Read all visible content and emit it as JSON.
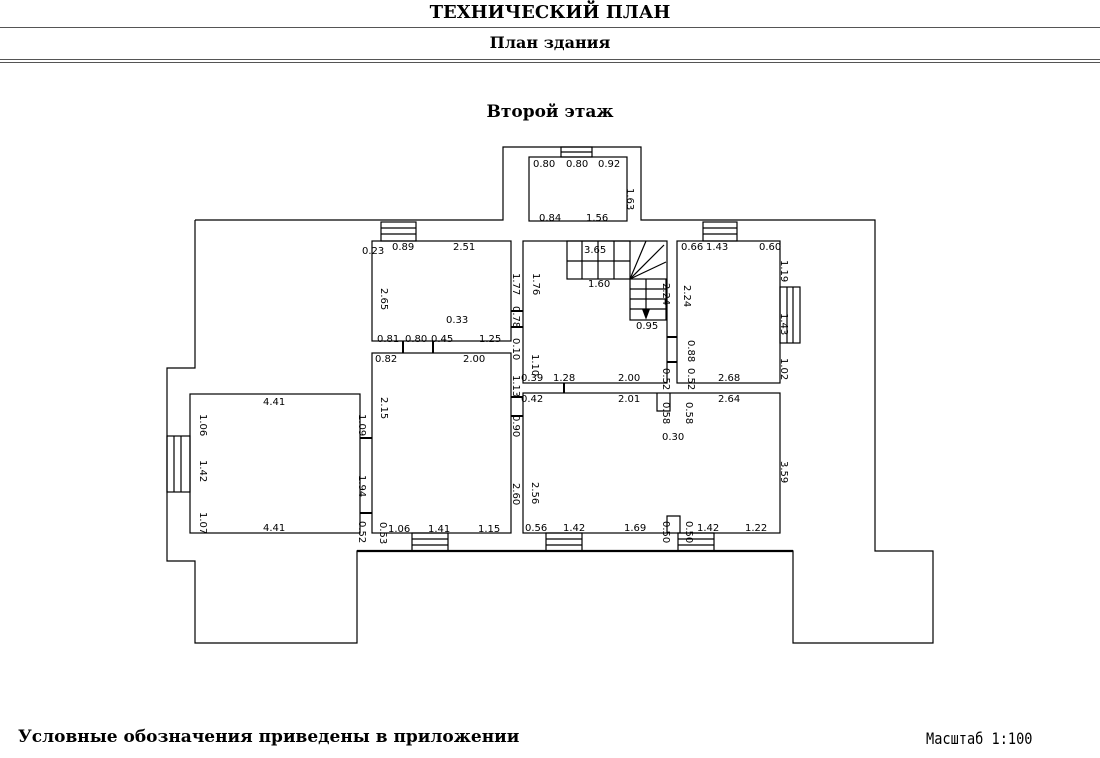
{
  "header": {
    "title": "ТЕХНИЧЕСКИЙ ПЛАН",
    "subtitle": "План здания"
  },
  "plan": {
    "floor_title": "Второй этаж",
    "dimensions": [
      "0.80",
      "0.80",
      "0.92",
      "1.63",
      "0.84",
      "1.56",
      "0.23",
      "0.89",
      "2.51",
      "2.65",
      "1.77",
      "0.33",
      "0.81",
      "0.80",
      "0.45",
      "1.25",
      "0.10",
      "1.76",
      "0.78",
      "3.65",
      "1.60",
      "2.24",
      "0.95",
      "1.10",
      "0.52",
      "0.39",
      "1.28",
      "2.00",
      "0.66",
      "1.43",
      "0.60",
      "1.19",
      "2.24",
      "1.43",
      "0.88",
      "1.02",
      "0.52",
      "2.68",
      "0.82",
      "2.00",
      "2.15",
      "1.13",
      "0.90",
      "1.94",
      "2.60",
      "0.53",
      "1.06",
      "1.41",
      "1.15",
      "4.41",
      "1.06",
      "1.09",
      "1.42",
      "1.07",
      "4.41",
      "0.52",
      "0.42",
      "2.01",
      "0.58",
      "0.58",
      "0.30",
      "2.64",
      "2.56",
      "3.59",
      "0.56",
      "1.42",
      "1.69",
      "0.50",
      "0.50",
      "1.42",
      "1.22"
    ]
  },
  "footer": {
    "legend_note": "Условные обозначения приведены в приложении",
    "scale": "Масштаб 1:100"
  }
}
